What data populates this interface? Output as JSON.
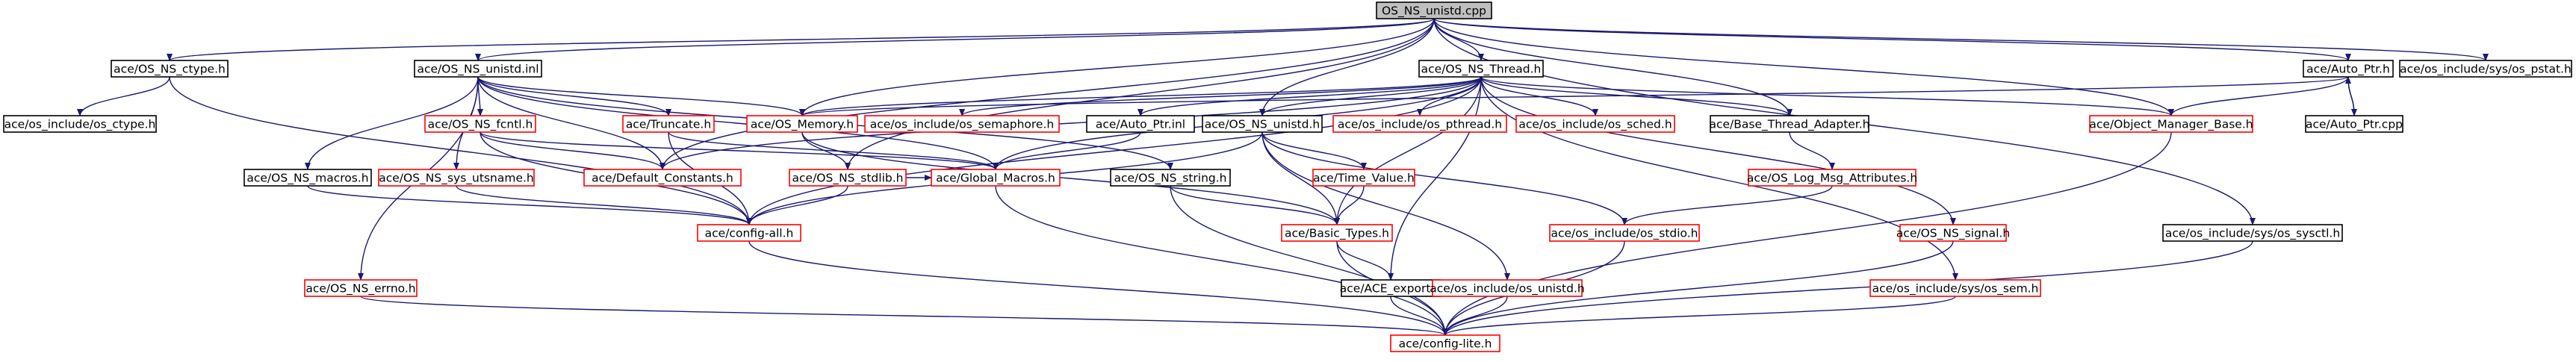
{
  "colors": {
    "edge": "#191970",
    "root_fill": "#bfbfbf",
    "border_black": "#000000",
    "border_red": "#ff0000",
    "text": "#000000"
  },
  "nodes": [
    {
      "id": "root",
      "label": "OS_NS_unistd.cpp",
      "border": "black",
      "root": true
    },
    {
      "id": "ctype_h",
      "label": "ace/OS_NS_ctype.h",
      "border": "black"
    },
    {
      "id": "unistd_inl",
      "label": "ace/OS_NS_unistd.inl",
      "border": "black"
    },
    {
      "id": "thread_h",
      "label": "ace/OS_NS_Thread.h",
      "border": "black"
    },
    {
      "id": "auto_ptr_h",
      "label": "ace/Auto_Ptr.h",
      "border": "black"
    },
    {
      "id": "sys_pstat",
      "label": "ace/os_include/sys/os_pstat.h",
      "border": "black"
    },
    {
      "id": "os_ctype",
      "label": "ace/os_include/os_ctype.h",
      "border": "black"
    },
    {
      "id": "fcntl_h",
      "label": "ace/OS_NS_fcntl.h",
      "border": "red"
    },
    {
      "id": "truncate_h",
      "label": "ace/Truncate.h",
      "border": "red"
    },
    {
      "id": "memory_h",
      "label": "ace/OS_Memory.h",
      "border": "red"
    },
    {
      "id": "os_semaphore",
      "label": "ace/os_include/os_semaphore.h",
      "border": "red"
    },
    {
      "id": "auto_ptr_inl",
      "label": "ace/Auto_Ptr.inl",
      "border": "black"
    },
    {
      "id": "ns_unistd_h",
      "label": "ace/OS_NS_unistd.h",
      "border": "black"
    },
    {
      "id": "os_pthread",
      "label": "ace/os_include/os_pthread.h",
      "border": "red"
    },
    {
      "id": "os_sched",
      "label": "ace/os_include/os_sched.h",
      "border": "red"
    },
    {
      "id": "base_thread",
      "label": "ace/Base_Thread_Adapter.h",
      "border": "black"
    },
    {
      "id": "obj_mgr",
      "label": "ace/Object_Manager_Base.h",
      "border": "red"
    },
    {
      "id": "auto_ptr_cpp",
      "label": "ace/Auto_Ptr.cpp",
      "border": "black"
    },
    {
      "id": "macros_h",
      "label": "ace/OS_NS_macros.h",
      "border": "black"
    },
    {
      "id": "utsname_h",
      "label": "ace/OS_NS_sys_utsname.h",
      "border": "red"
    },
    {
      "id": "default_const",
      "label": "ace/Default_Constants.h",
      "border": "red"
    },
    {
      "id": "stdlib_h",
      "label": "ace/OS_NS_stdlib.h",
      "border": "red"
    },
    {
      "id": "global_macros",
      "label": "ace/Global_Macros.h",
      "border": "red"
    },
    {
      "id": "string_h",
      "label": "ace/OS_NS_string.h",
      "border": "black"
    },
    {
      "id": "time_value",
      "label": "ace/Time_Value.h",
      "border": "red"
    },
    {
      "id": "log_msg",
      "label": "ace/OS_Log_Msg_Attributes.h",
      "border": "red"
    },
    {
      "id": "config_all",
      "label": "ace/config-all.h",
      "border": "red"
    },
    {
      "id": "basic_types",
      "label": "ace/Basic_Types.h",
      "border": "red"
    },
    {
      "id": "os_stdio",
      "label": "ace/os_include/os_stdio.h",
      "border": "red"
    },
    {
      "id": "signal_h",
      "label": "ace/OS_NS_signal.h",
      "border": "red"
    },
    {
      "id": "sys_sysctl",
      "label": "ace/os_include/sys/os_sysctl.h",
      "border": "black"
    },
    {
      "id": "errno_h",
      "label": "ace/OS_NS_errno.h",
      "border": "red"
    },
    {
      "id": "export_h",
      "label": "ace/ACE_export.h",
      "border": "black"
    },
    {
      "id": "os_unistd",
      "label": "ace/os_include/os_unistd.h",
      "border": "red"
    },
    {
      "id": "sys_sem",
      "label": "ace/os_include/sys/os_sem.h",
      "border": "red"
    },
    {
      "id": "config_lite",
      "label": "ace/config-lite.h",
      "border": "red"
    }
  ]
}
